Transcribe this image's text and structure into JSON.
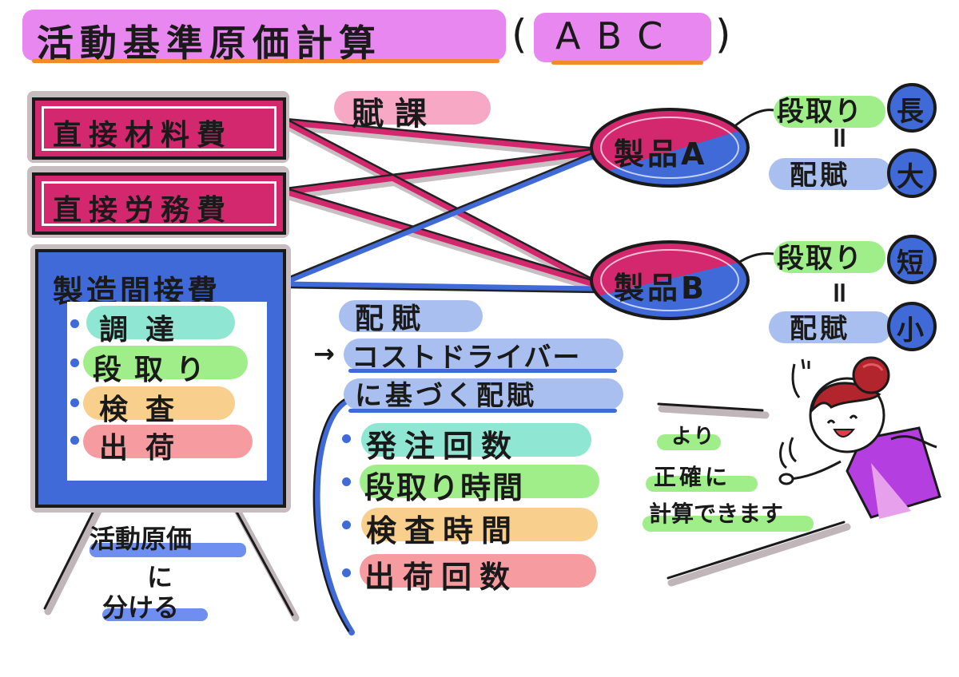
{
  "title": {
    "main": "活動基準原価計算",
    "abbr": "ABC",
    "open_paren": "(",
    "close_paren": ")"
  },
  "cost_boxes": {
    "direct_material": "直接材料費",
    "direct_labor": "直接労務費",
    "overhead": {
      "label": "製造間接費",
      "activities": [
        "調達",
        "段取り",
        "検査",
        "出荷"
      ]
    }
  },
  "assign_label": "賦課",
  "products": {
    "a": {
      "label": "製品A",
      "setup": "段取り",
      "setup_badge": "長",
      "equals": "=",
      "alloc": "配賦",
      "alloc_badge": "大"
    },
    "b": {
      "label": "製品B",
      "setup": "段取り",
      "setup_badge": "短",
      "equals": "=",
      "alloc": "配賦",
      "alloc_badge": "小"
    }
  },
  "allocation": {
    "label": "配賦",
    "arrow": "→",
    "line1": "コストドライバー",
    "line2": "に基づく配賦",
    "drivers": [
      "発注回数",
      "段取り時間",
      "検査時間",
      "出荷回数"
    ]
  },
  "split_note": [
    "活動原価",
    "に",
    "分ける"
  ],
  "accuracy_note": [
    "より",
    "正確に",
    "計算できます"
  ],
  "colors": {
    "magenta": "#d4286e",
    "blue": "#3f6ad8",
    "lavender": "#a8bff0",
    "title_pink": "#e887ef",
    "mint": "#8fe7d3",
    "green": "#9fee8a",
    "orange": "#f8cf8c",
    "salmon": "#f69ba0",
    "pink_label": "#f7a8c4"
  }
}
